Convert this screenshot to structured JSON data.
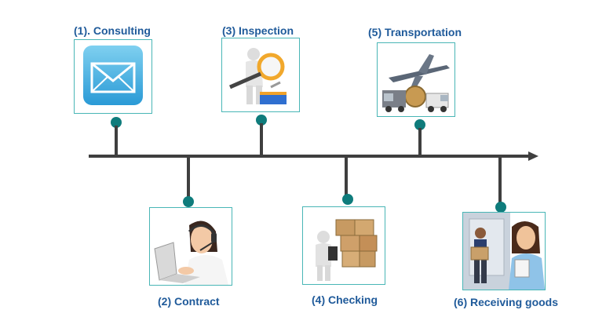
{
  "steps": [
    {
      "label": "(1). Consulting",
      "icon": "envelope-icon"
    },
    {
      "label": "(2) Contract",
      "icon": "headset-operator-photo"
    },
    {
      "label": "(3) Inspection",
      "icon": "magnifier-inspection-icon"
    },
    {
      "label": "(4) Checking",
      "icon": "boxes-checking-icon"
    },
    {
      "label": "(5) Transportation",
      "icon": "airplane-trucks-photo"
    },
    {
      "label": "(6) Receiving goods",
      "icon": "delivery-receiving-photo"
    }
  ],
  "colors": {
    "label": "#1f5a9a",
    "frame": "#49b6b6",
    "dot": "#0f7c7c",
    "axis": "#3f3f3f"
  }
}
